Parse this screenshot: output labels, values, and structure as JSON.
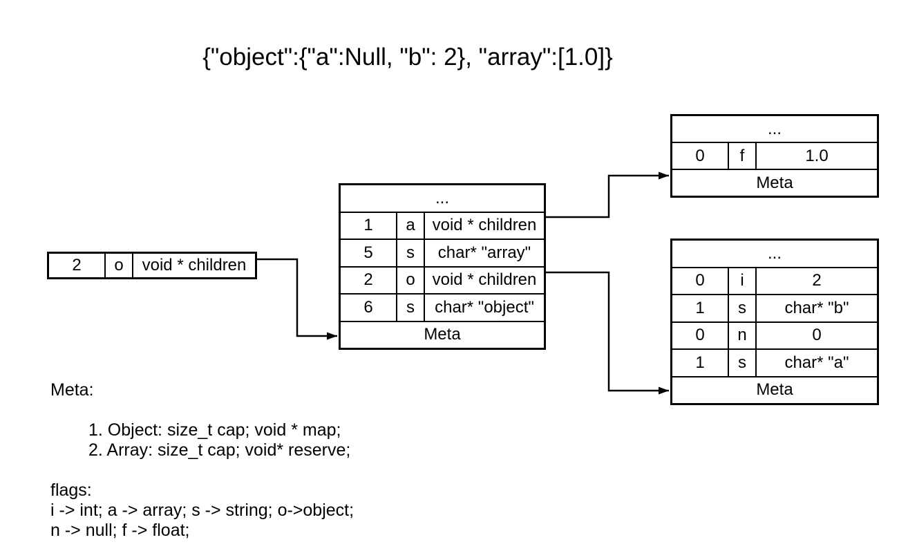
{
  "title": "{\"object\":{\"a\":Null, \"b\": 2}, \"array\":[1.0]}",
  "root_node": {
    "cells": [
      "2",
      "o",
      "void * children"
    ]
  },
  "object_node": {
    "header": "...",
    "rows": [
      [
        "1",
        "a",
        "void * children"
      ],
      [
        "5",
        "s",
        "char* \"array\""
      ],
      [
        "2",
        "o",
        "void * children"
      ],
      [
        "6",
        "s",
        "char* \"object\""
      ]
    ],
    "footer": "Meta"
  },
  "array_node": {
    "header": "...",
    "rows": [
      [
        "0",
        "f",
        "1.0"
      ]
    ],
    "footer": "Meta"
  },
  "inner_object_node": {
    "header": "...",
    "rows": [
      [
        "0",
        "i",
        "2"
      ],
      [
        "1",
        "s",
        "char* \"b\""
      ],
      [
        "0",
        "n",
        "0"
      ],
      [
        "1",
        "s",
        "char* \"a\""
      ]
    ],
    "footer": "Meta"
  },
  "notes": {
    "meta_heading": "Meta:",
    "meta_items": [
      "1. Object: size_t cap; void * map;",
      "2. Array: size_t cap; void* reserve;"
    ],
    "flags_heading": "flags:",
    "flags_lines": [
      "i -> int; a -> array; s -> string; o->object;",
      "n -> null; f -> float;"
    ]
  },
  "colors": {
    "line": "#000000",
    "background": "#ffffff"
  }
}
